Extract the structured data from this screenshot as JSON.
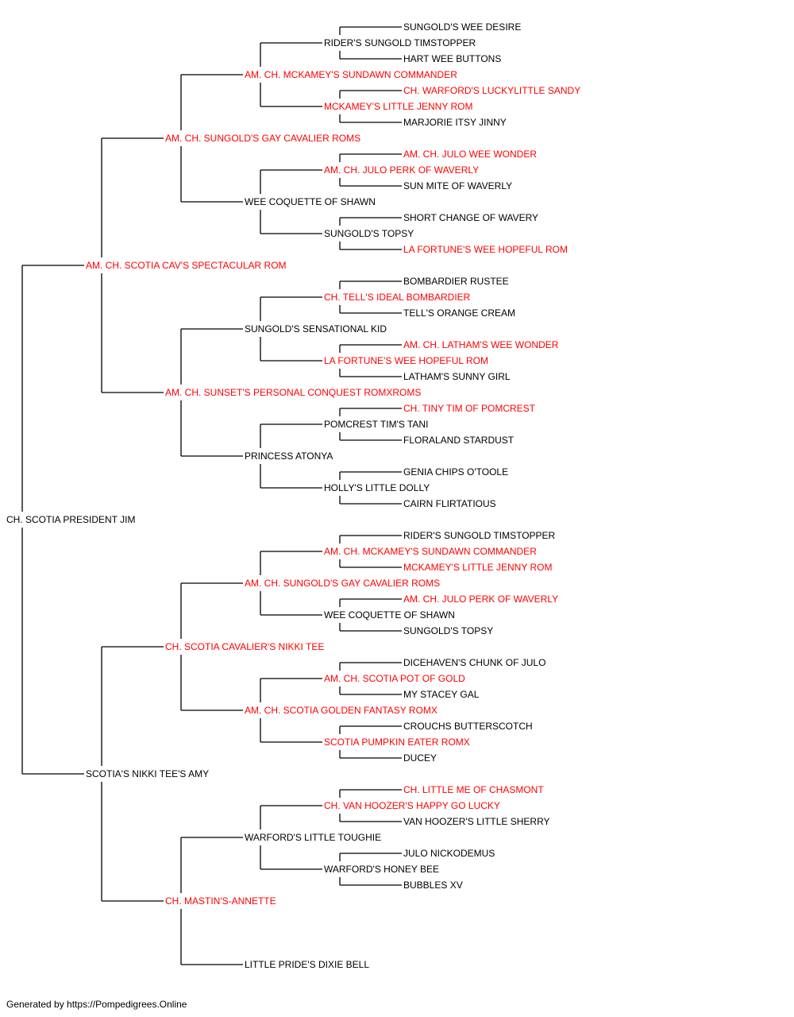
{
  "colors": {
    "line": "#000000",
    "default_text": "#000000",
    "champion_text": "#ff0000",
    "background": "#ffffff"
  },
  "footer": {
    "text": "Generated by https://Pompedigrees.Online"
  },
  "pedigree": {
    "name": "CH. SCOTIA PRESIDENT JIM",
    "champion": false,
    "sire": {
      "name": "AM. CH. SCOTIA CAV'S SPECTACULAR ROM",
      "champion": true,
      "sire": {
        "name": "AM. CH. SUNGOLD'S GAY CAVALIER ROMS",
        "champion": true,
        "sire": {
          "name": "AM. CH. MCKAMEY'S SUNDAWN COMMANDER",
          "champion": true,
          "sire": {
            "name": "RIDER'S SUNGOLD TIMSTOPPER",
            "champion": false,
            "sire": {
              "name": "SUNGOLD'S WEE DESIRE",
              "champion": false
            },
            "dam": {
              "name": "HART WEE BUTTONS",
              "champion": false
            }
          },
          "dam": {
            "name": "MCKAMEY'S LITTLE JENNY ROM",
            "champion": true,
            "sire": {
              "name": "CH. WARFORD'S LUCKYLITTLE SANDY",
              "champion": true
            },
            "dam": {
              "name": "MARJORIE ITSY JINNY",
              "champion": false
            }
          }
        },
        "dam": {
          "name": "WEE COQUETTE OF SHAWN",
          "champion": false,
          "sire": {
            "name": "AM. CH. JULO PERK OF WAVERLY",
            "champion": true,
            "sire": {
              "name": "AM. CH. JULO WEE WONDER",
              "champion": true
            },
            "dam": {
              "name": "SUN MITE OF WAVERLY",
              "champion": false
            }
          },
          "dam": {
            "name": "SUNGOLD'S TOPSY",
            "champion": false,
            "sire": {
              "name": "SHORT CHANGE OF WAVERY",
              "champion": false
            },
            "dam": {
              "name": "LA FORTUNE'S WEE HOPEFUL ROM",
              "champion": true
            }
          }
        }
      },
      "dam": {
        "name": "AM. CH. SUNSET'S PERSONAL CONQUEST ROMXROMS",
        "champion": true,
        "sire": {
          "name": "SUNGOLD'S SENSATIONAL KID",
          "champion": false,
          "sire": {
            "name": "CH. TELL'S IDEAL BOMBARDIER",
            "champion": true,
            "sire": {
              "name": "BOMBARDIER RUSTEE",
              "champion": false
            },
            "dam": {
              "name": "TELL'S ORANGE CREAM",
              "champion": false
            }
          },
          "dam": {
            "name": "LA FORTUNE'S WEE HOPEFUL ROM",
            "champion": true,
            "sire": {
              "name": "AM. CH. LATHAM'S WEE WONDER",
              "champion": true
            },
            "dam": {
              "name": "LATHAM'S SUNNY GIRL",
              "champion": false
            }
          }
        },
        "dam": {
          "name": "PRINCESS ATONYA",
          "champion": false,
          "sire": {
            "name": "POMCREST TIM'S TANI",
            "champion": false,
            "sire": {
              "name": "CH. TINY TIM OF POMCREST",
              "champion": true
            },
            "dam": {
              "name": "FLORALAND STARDUST",
              "champion": false
            }
          },
          "dam": {
            "name": "HOLLY'S LITTLE DOLLY",
            "champion": false,
            "sire": {
              "name": "GENIA CHIPS O'TOOLE",
              "champion": false
            },
            "dam": {
              "name": "CAIRN FLIRTATIOUS",
              "champion": false
            }
          }
        }
      }
    },
    "dam": {
      "name": "SCOTIA'S NIKKI TEE'S AMY",
      "champion": false,
      "sire": {
        "name": "CH. SCOTIA CAVALIER'S NIKKI TEE",
        "champion": true,
        "sire": {
          "name": "AM. CH. SUNGOLD'S GAY CAVALIER ROMS",
          "champion": true,
          "sire": {
            "name": "AM. CH. MCKAMEY'S SUNDAWN COMMANDER",
            "champion": true,
            "sire": {
              "name": "RIDER'S SUNGOLD TIMSTOPPER",
              "champion": false
            },
            "dam": {
              "name": "MCKAMEY'S LITTLE JENNY ROM",
              "champion": true
            }
          },
          "dam": {
            "name": "WEE COQUETTE OF SHAWN",
            "champion": false,
            "sire": {
              "name": "AM. CH. JULO PERK OF WAVERLY",
              "champion": true
            },
            "dam": {
              "name": "SUNGOLD'S TOPSY",
              "champion": false
            }
          }
        },
        "dam": {
          "name": "AM. CH. SCOTIA GOLDEN FANTASY ROMX",
          "champion": true,
          "sire": {
            "name": "AM. CH. SCOTIA POT OF GOLD",
            "champion": true,
            "sire": {
              "name": "DICEHAVEN'S CHUNK OF JULO",
              "champion": false
            },
            "dam": {
              "name": "MY STACEY GAL",
              "champion": false
            }
          },
          "dam": {
            "name": "SCOTIA PUMPKIN EATER ROMX",
            "champion": true,
            "sire": {
              "name": "CROUCHS BUTTERSCOTCH",
              "champion": false
            },
            "dam": {
              "name": "DUCEY",
              "champion": false
            }
          }
        }
      },
      "dam": {
        "name": "CH. MASTIN'S-ANNETTE",
        "champion": true,
        "sire": {
          "name": "WARFORD'S LITTLE TOUGHIE",
          "champion": false,
          "sire": {
            "name": "CH. VAN HOOZER'S HAPPY GO LUCKY",
            "champion": true,
            "sire": {
              "name": "CH. LITTLE ME OF CHASMONT",
              "champion": true
            },
            "dam": {
              "name": "VAN HOOZER'S LITTLE SHERRY",
              "champion": false
            }
          },
          "dam": {
            "name": "WARFORD'S HONEY BEE",
            "champion": false,
            "sire": {
              "name": "JULO NICKODEMUS",
              "champion": false
            },
            "dam": {
              "name": "BUBBLES XV",
              "champion": false
            }
          }
        },
        "dam": {
          "name": "LITTLE PRIDE'S DIXIE BELL",
          "champion": false
        }
      }
    }
  }
}
